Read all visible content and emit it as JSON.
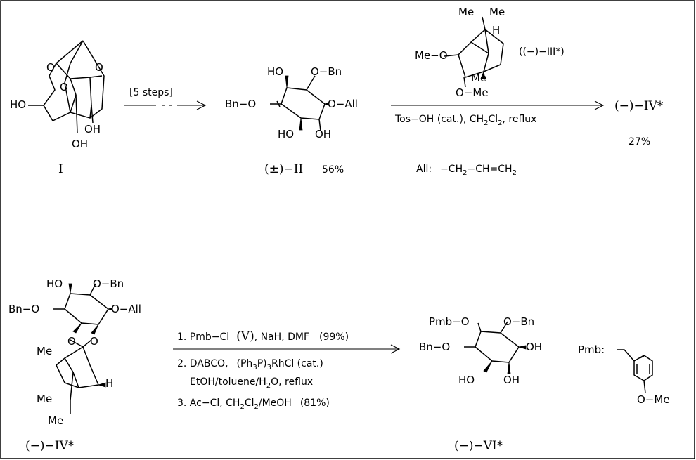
{
  "compounds": {
    "I": {
      "label": "I",
      "ho_left": "HO",
      "oh_right": "OH",
      "oh_bottom": "OH",
      "o": "O"
    },
    "II": {
      "label": "(±)−II",
      "yield": "56%",
      "ho": "HO",
      "o_bn_top": "O−Bn",
      "bn_o": "Bn−O",
      "o_all": "O−All",
      "ho_bottom": "HO",
      "oh_bottom": "OH"
    },
    "III": {
      "label": "((−)−III*)",
      "me1": "Me",
      "me2": "Me",
      "h": "H",
      "meo": "Me−O",
      "me3": "Me",
      "ome": "O−Me"
    },
    "IV": {
      "label": "(−)−IV*",
      "yield": "27%"
    },
    "IV2": {
      "label": "(−)−IV*",
      "ho": "HO",
      "o_bn_top": "O−Bn",
      "bn_o": "Bn−O",
      "o_all": "O−All",
      "o1": "O",
      "o2": "O",
      "me1": "Me",
      "me2": "Me",
      "me3": "Me",
      "h": "H"
    },
    "VI": {
      "label": "(−)−VI*",
      "pmb_o": "Pmb−O",
      "o_bn_top": "O−Bn",
      "bn_o": "Bn−O",
      "oh_right": "OH",
      "ho_bottom": "HO",
      "oh_bottom": "OH"
    },
    "PMB": {
      "label": "Pmb:",
      "ome": "O−Me"
    }
  },
  "arrows": {
    "a1": {
      "label": "[5 steps]"
    },
    "a2": {
      "below": "Tos−OH (cat.),  CH",
      "sub2": "2",
      "cl": "Cl",
      "sub3": "2",
      "rest": ",  reflux"
    },
    "all_def": {
      "prefix": "All:",
      "ch2a": "−CH",
      "s1": "2",
      "mid": "−CH=CH",
      "s2": "2"
    },
    "a3": {
      "l1": "1. Pmb−Cl",
      "l1_v": "(V)",
      "l1_rest": ", NaH, DMF",
      "l1_yield": "(99%)",
      "l2": "2. DABCO,",
      "l2_ph": "(Ph",
      "l2_s3": "3",
      "l2_p": "P)",
      "l2_s3b": "3",
      "l2_rest": "RhCl (cat.)",
      "l3": "EtOH/toluene/H",
      "l3_s": "2",
      "l3_rest": "O,  reflux",
      "l4": "3. Ac−Cl, CH",
      "l4_s1": "2",
      "l4_cl": "Cl",
      "l4_s2": "2",
      "l4_rest": "/MeOH",
      "l4_yield": "(81%)"
    }
  }
}
